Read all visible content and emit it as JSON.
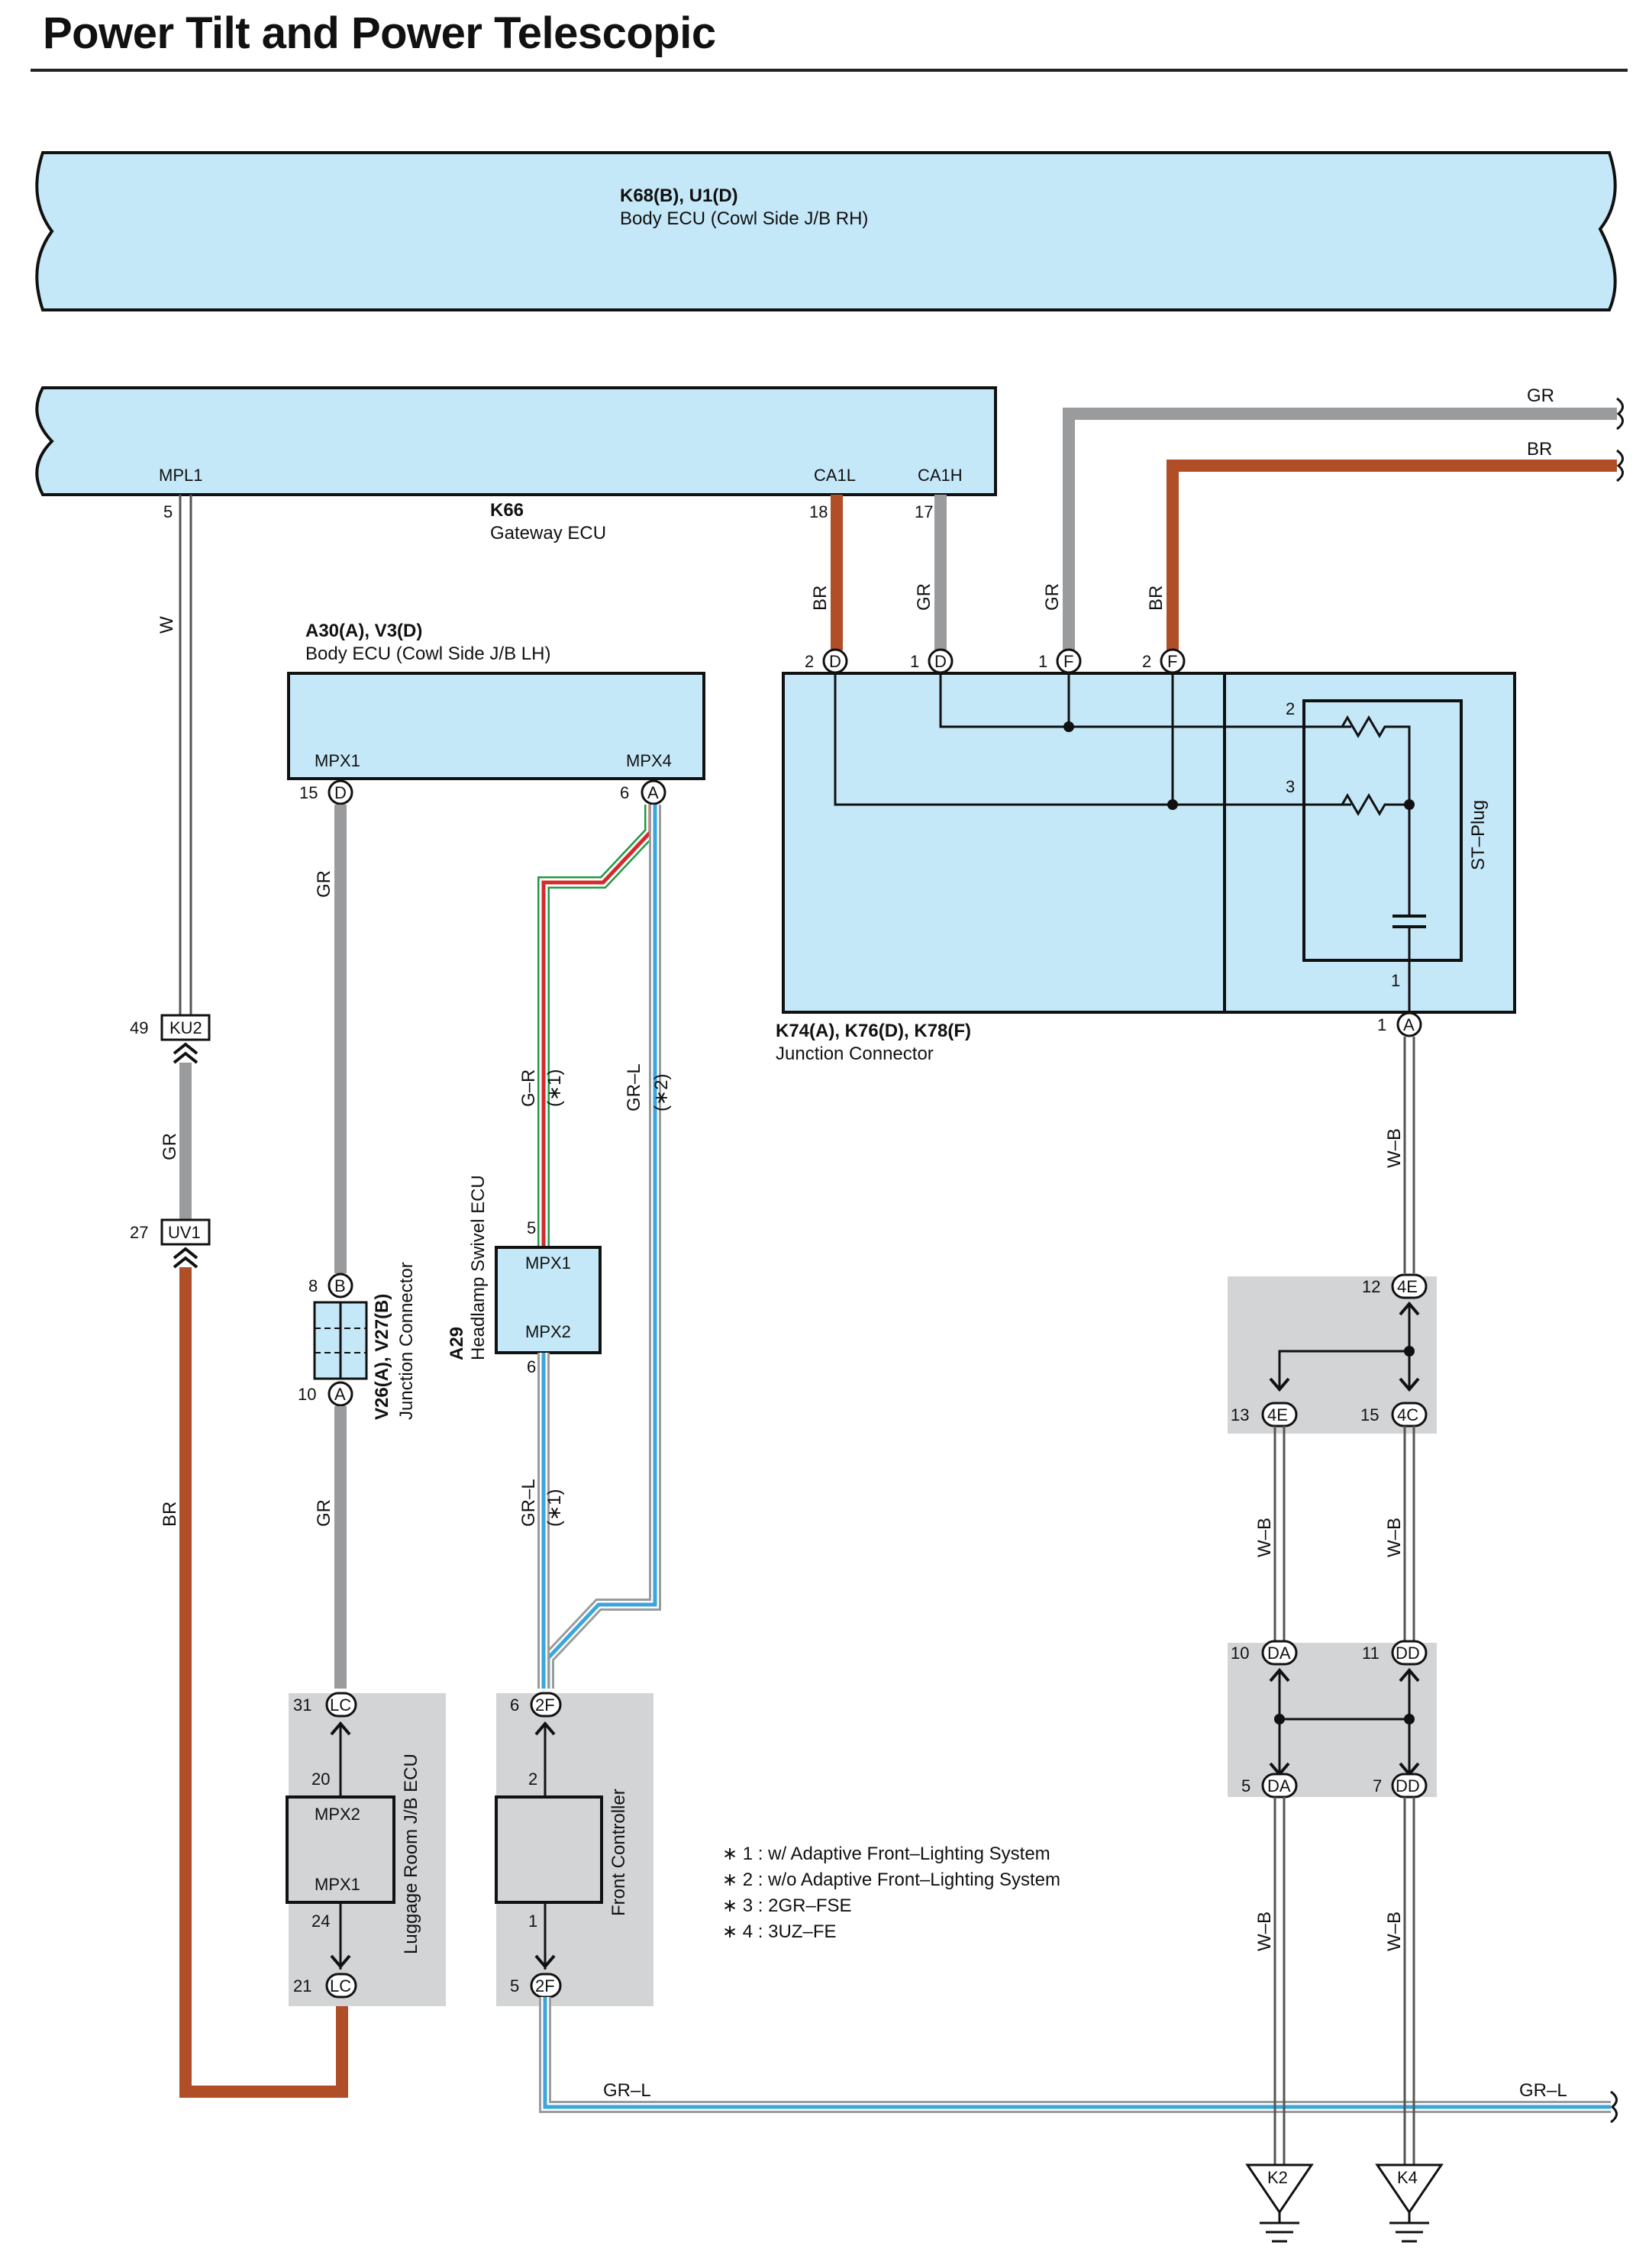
{
  "title": "Power Tilt and Power Telescopic",
  "components": {
    "body_ecu_rh": {
      "code": "K68(B), U1(D)",
      "name": "Body ECU (Cowl Side J/B RH)"
    },
    "gateway_ecu": {
      "code": "K66",
      "name": "Gateway ECU",
      "pins": {
        "mpl1": "MPL1",
        "ca1l": "CA1L",
        "ca1h": "CA1H",
        "mpl1_num": "5",
        "ca1l_num": "18",
        "ca1h_num": "17"
      }
    },
    "body_ecu_lh": {
      "code": "A30(A), V3(D)",
      "name": "Body ECU (Cowl Side J/B LH)",
      "pins": {
        "mpx1": "MPX1",
        "mpx4": "MPX4",
        "mpx1_num": "15",
        "mpx1_conn": "D",
        "mpx4_num": "6",
        "mpx4_conn": "A"
      }
    },
    "junction_connector_k74": {
      "code": "K74(A), K76(D), K78(F)",
      "name": "Junction Connector",
      "st_plug": "ST–Plug",
      "pins": {
        "d2": "2",
        "d2c": "D",
        "d1": "1",
        "d1c": "D",
        "f1": "1",
        "f1c": "F",
        "f2": "2",
        "f2c": "F",
        "r2": "2",
        "r3": "3",
        "r1": "1",
        "out_num": "1",
        "out_conn": "A"
      }
    },
    "headlamp_swivel_ecu": {
      "code": "A29",
      "name": "Headlamp Swivel ECU",
      "mpx1": "MPX1",
      "mpx2": "MPX2",
      "pin5": "5",
      "pin6": "6"
    },
    "junction_connector_v26": {
      "code": "V26(A), V27(B)",
      "name": "Junction Connector",
      "pin_top": "8",
      "conn_top": "B",
      "pin_bot": "10",
      "conn_bot": "A"
    },
    "luggage_room_jb_ecu": {
      "name": "Luggage Room J/B ECU",
      "mpx2": "MPX2",
      "mpx1": "MPX1",
      "p20": "20",
      "p24": "24",
      "top_num": "31",
      "top_conn": "LC",
      "bot_num": "21",
      "bot_conn": "LC"
    },
    "front_controller": {
      "name": "Front Controller",
      "p2": "2",
      "p1": "1",
      "top_num": "6",
      "top_conn": "2F",
      "bot_num": "5",
      "bot_conn": "2F"
    }
  },
  "connectors": {
    "ku2": {
      "num": "49",
      "name": "KU2"
    },
    "uv1": {
      "num": "27",
      "name": "UV1"
    },
    "c4e_top": {
      "num": "12",
      "name": "4E"
    },
    "c4e_left": {
      "num": "13",
      "name": "4E"
    },
    "c4c": {
      "num": "15",
      "name": "4C"
    },
    "cda_top": {
      "num": "10",
      "name": "DA"
    },
    "cdd_top": {
      "num": "11",
      "name": "DD"
    },
    "cda_bot": {
      "num": "5",
      "name": "DA"
    },
    "cdd_bot": {
      "num": "7",
      "name": "DD"
    }
  },
  "wire_labels": {
    "w": "W",
    "gr": "GR",
    "br": "BR",
    "g_r": "G–R",
    "gr_l": "GR–L",
    "w_b": "W–B",
    "note1": "(∗1)",
    "note2": "(∗2)"
  },
  "grounds": {
    "k2": "K2",
    "k4": "K4"
  },
  "notes": [
    "∗ 1 : w/ Adaptive Front–Lighting System",
    "∗ 2 : w/o Adaptive Front–Lighting System",
    "∗ 3 : 2GR–FSE",
    "∗ 4 : 3UZ–FE"
  ],
  "colors": {
    "ecu_fill": "#c5e8f8",
    "connector_bg": "#d3d4d6",
    "wire_gray": "#9a9b9d",
    "wire_brown": "#b04e28",
    "wire_green": "#1e9a44",
    "wire_red": "#d42a2a",
    "wire_blue": "#3aa6dc"
  }
}
